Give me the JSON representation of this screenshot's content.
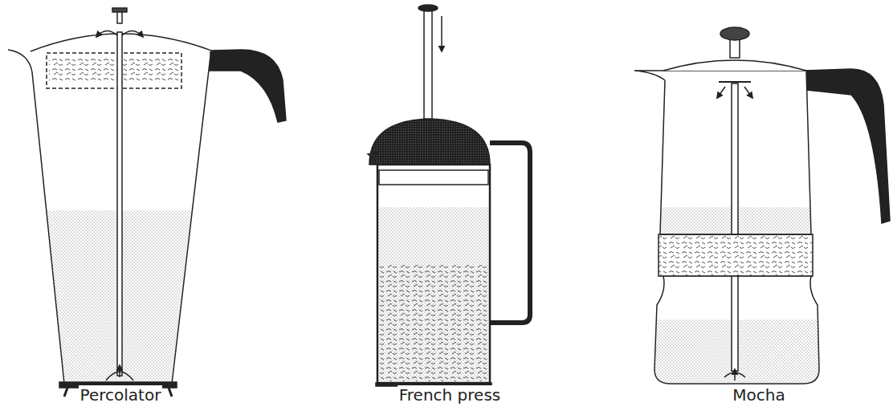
{
  "diagram": {
    "labels": [
      "Percolator",
      "French press",
      "Mocha"
    ]
  }
}
